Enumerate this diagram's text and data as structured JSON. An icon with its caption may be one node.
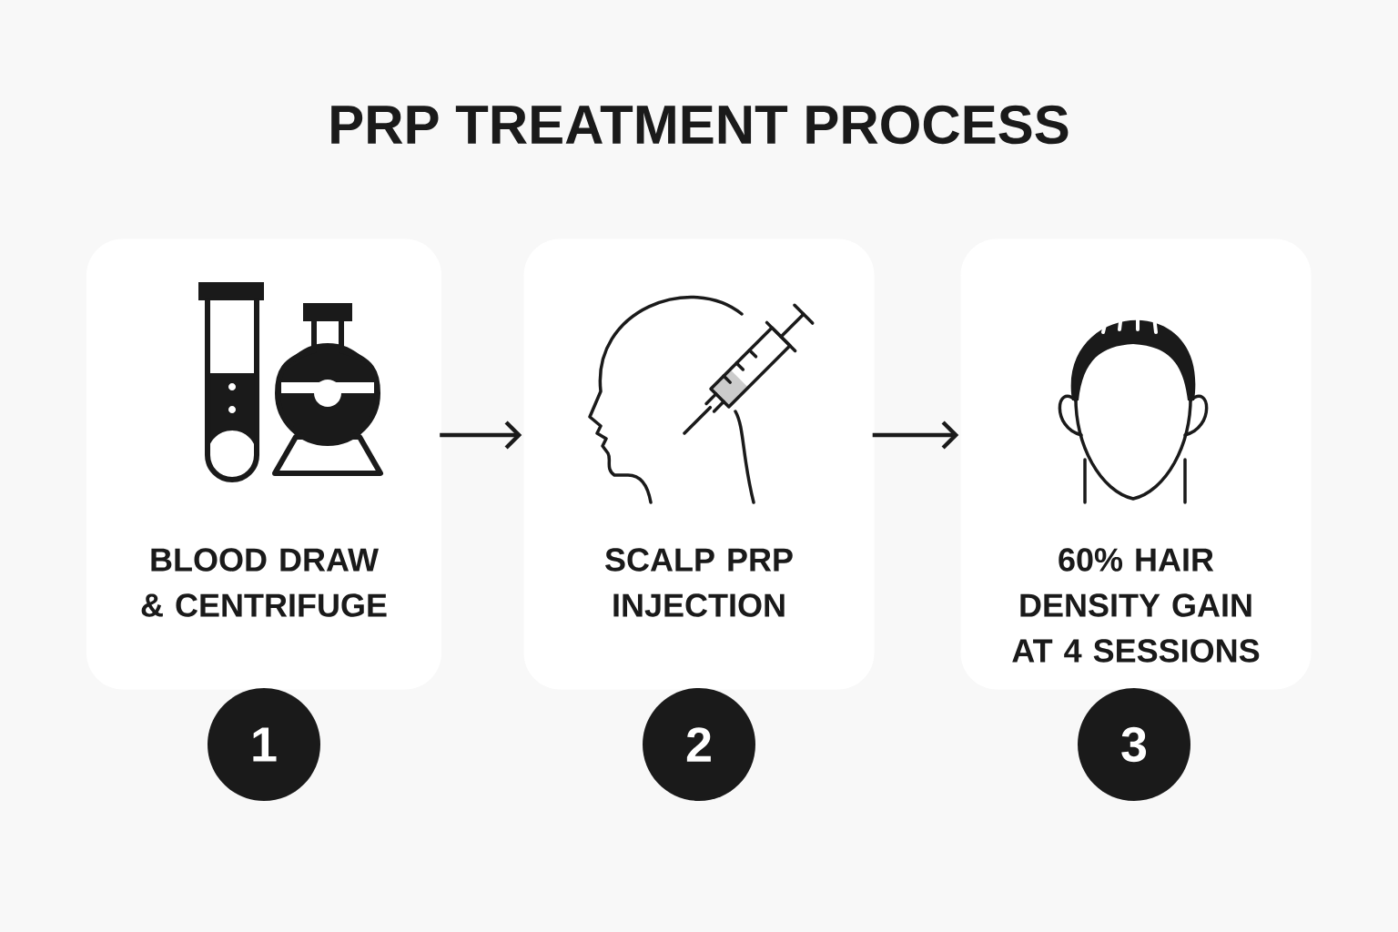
{
  "diagram": {
    "title": "PRP TREATMENT PROCESS",
    "nodes": [
      {
        "text": [
          "BLOOD DRAW & CENTRIFUGE"
        ]
      },
      {
        "text": [
          "SCALP PRP INJECTION"
        ]
      },
      {
        "text": [
          "60% HAIR DENSITY GAIN AT 4 SESSIONS"
        ]
      },
      {
        "text": [
          "1"
        ]
      },
      {
        "text": [
          "2"
        ]
      },
      {
        "text": [
          "3"
        ]
      }
    ],
    "edges": [
      {
        "from": 0,
        "to": 1,
        "arrow": "to"
      },
      {
        "from": 1,
        "to": 2,
        "arrow": "to"
      }
    ]
  }
}
